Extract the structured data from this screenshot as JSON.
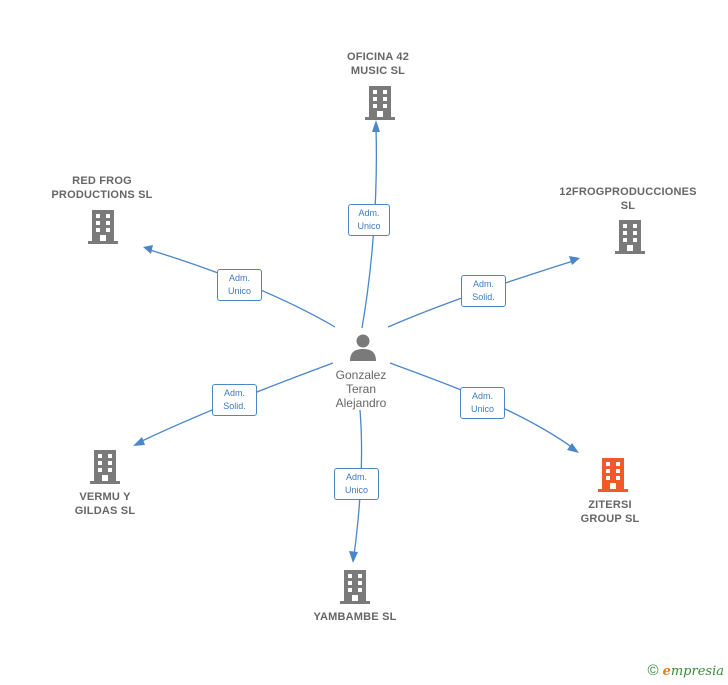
{
  "colors": {
    "edge": "#4a86c8",
    "building_default": "#7a7a7a",
    "building_highlight": "#f05a28",
    "person": "#7a7a7a"
  },
  "center": {
    "icon": "person-icon",
    "label": "Gonzalez\nTeran\nAlejandro"
  },
  "nodes": [
    {
      "id": "oficina",
      "label": "OFICINA 42\nMUSIC  SL",
      "icon": "building-icon",
      "highlight": false
    },
    {
      "id": "redfrog",
      "label": "RED FROG\nPRODUCTIONS SL",
      "icon": "building-icon",
      "highlight": false
    },
    {
      "id": "12frog",
      "label": "12FROGPRODUCCIONES\nSL",
      "icon": "building-icon",
      "highlight": false
    },
    {
      "id": "vermu",
      "label": "VERMU Y\nGILDAS  SL",
      "icon": "building-icon",
      "highlight": false
    },
    {
      "id": "yambambe",
      "label": "YAMBAMBE  SL",
      "icon": "building-icon",
      "highlight": false
    },
    {
      "id": "zitersi",
      "label": "ZITERSI\nGROUP  SL",
      "icon": "building-icon",
      "highlight": true
    }
  ],
  "edges": [
    {
      "to": "oficina",
      "label": "Adm.\nUnico"
    },
    {
      "to": "redfrog",
      "label": "Adm.\nUnico"
    },
    {
      "to": "12frog",
      "label": "Adm.\nSolid."
    },
    {
      "to": "vermu",
      "label": "Adm.\nSolid."
    },
    {
      "to": "yambambe",
      "label": "Adm.\nUnico"
    },
    {
      "to": "zitersi",
      "label": "Adm.\nUnico"
    }
  ],
  "footer": {
    "copyright_symbol": "©",
    "brand_first": "e",
    "brand_rest": "mpresia"
  }
}
